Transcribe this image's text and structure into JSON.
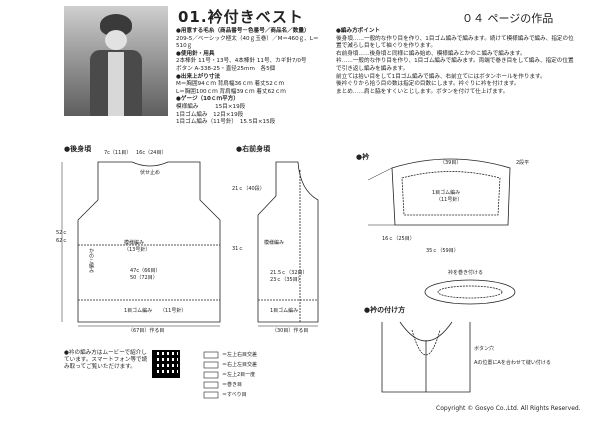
{
  "header": {
    "title": "01.衿付きベスト",
    "page_label": "０４ ページの作品"
  },
  "spec": {
    "yarn_head": "●用意する毛糸（商品番号－色番号／商品名／数量）",
    "yarn": "209-5／ベーシック極太（40ｇ玉巻）／M＝460ｇ、L＝510ｇ",
    "tools_head": "●使用針・用具",
    "tools1": "2本棒針 11号・13号、4本棒針 11号、カギ針7/0号",
    "tools2": "ボタン A-338-25・直径25mm　各5個",
    "size_head": "●出来上がり寸法",
    "size1": "M＝胸囲94ｃｍ 背肩幅36ｃｍ 着丈52ｃｍ",
    "size2": "L＝胸囲100ｃｍ 背肩幅39ｃｍ 着丈62ｃｍ",
    "gauge_head": "●ゲージ（10ｃｍ平方）",
    "gauge1": "模様編み　　　15目×19段",
    "gauge2": "1目ゴム編み　12目×19段",
    "gauge3": "1目ゴム編み（11号針）　15.5目×15段"
  },
  "points": {
    "head": "●編み方ポイント",
    "lines": [
      "後身頃……一般的な作り目を作り、1目ゴム編みで編みます。続けて模様編みで編み、指定の位置で減らし目をして袖ぐりを作ります。",
      "右前身頃……後身頃と同様に編み始め、模様編みとかのこ編みで編みます。",
      "衿……一般的な作り目を作り、1目ゴム編みで編みます。両端で巻き目をして編み、指定の位置で引き返し編みを編みます。",
      "前立ては拾い目をして1目ゴム編みで編み、右前立てにはボタンホールを作ります。",
      "後衿ぐりから拾う目の数は指定の目数にします。衿ぐりに衿を付けます。",
      "まとめ……肩と脇をすくいとじします。ボタンを付けて仕上げます。"
    ]
  },
  "sections": {
    "back": "●後身頃",
    "right_front": "●右前身頃",
    "collar": "●衿",
    "attach": "●衿の付け方"
  },
  "labels": {
    "back_top": "7c（11目）",
    "back_top2": "16c（24目）",
    "back_neck": "伏せ止め",
    "back_width": "47c（66目）",
    "back_width_l": "50（72目）",
    "pattern": "模様編み",
    "pattern_needle": "（13号針）",
    "kanoko": "かのこ編み",
    "rib": "1目ゴム編み",
    "rib_needle": "（11号針）",
    "rib_bottom": "（67目）作る目",
    "side_len": "52ｃ",
    "side_len2": "62ｃ",
    "armhole": "21ｃ（40段）",
    "body_len": "31ｃ",
    "front_width": "21.5ｃ（32目）",
    "front_width_l": "23ｃ（35目）",
    "front_bottom": "（30目）作る目",
    "collar_top": "（39目）",
    "collar_width": "35ｃ（59目）",
    "collar_side": "16ｃ（25目）",
    "button_band": "2段平",
    "attach_note1": "衿を巻き付ける",
    "attach_note2": "ボタン穴",
    "attach_note3": "Aの位置にAを合わせて縫い付ける",
    "qr_note": "●衿の編み方はムービーで紹介しています。スマートフォン等で読み取ってご覧いただけます。",
    "legend1": "＝左上右目交差",
    "legend2": "＝右上左目交差",
    "legend3": "＝左上2目一度",
    "legend4": "＝巻き目",
    "legend5": "＝すべり目"
  },
  "footer": {
    "copyright": "Copyright © Gosyo Co.,Ltd. All Rights Reserved."
  }
}
